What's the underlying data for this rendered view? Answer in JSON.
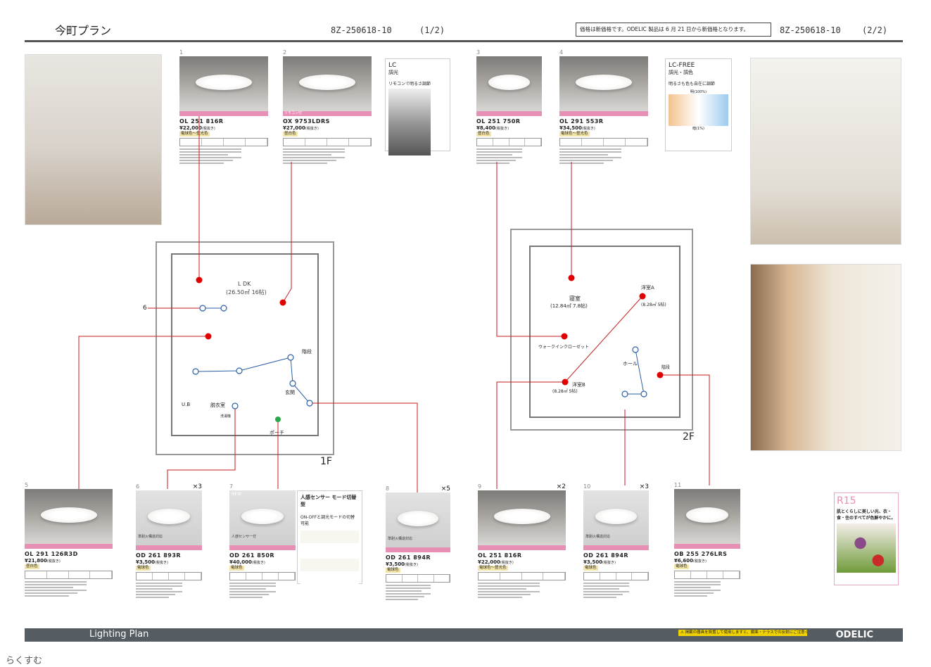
{
  "header": {
    "title": "今町プラン",
    "code_left": "8Z-250618-10",
    "page_left": "(1/2)",
    "notice": "価格は新価格です。ODELIC 製品は 6 月 21 日から新価格となります。",
    "code_right": "8Z-250618-10",
    "page_right": "(2/2)"
  },
  "price_note": "(税抜き)",
  "cards_top": [
    {
      "num": "1",
      "model": "OL 251 816R",
      "price": "¥22,000",
      "color": "電球色～昼光色"
    },
    {
      "num": "2",
      "model": "OX 9753LDRS",
      "price": "¥27,000",
      "color": "昼白色",
      "band": "リモコン付"
    },
    {
      "num": "3",
      "model": "OL 251 750R",
      "price": "¥8,400",
      "color": "昼白色"
    },
    {
      "num": "4",
      "model": "OL 291 553R",
      "price": "¥34,500",
      "color": "電球色～昼光色"
    }
  ],
  "cards_bottom": [
    {
      "num": "5",
      "model": "OL 291 126R3D",
      "price": "¥21,800",
      "color": "昼白色"
    },
    {
      "num": "6",
      "qty": "×3",
      "model": "OD 261 893R",
      "price": "¥3,500",
      "color": "電球色",
      "sub": "準耐火構造対応"
    },
    {
      "num": "7",
      "model": "OD 261 850R",
      "price": "¥40,000",
      "color": "電球色",
      "sub": "人感センサー付",
      "tag": "NEW"
    },
    {
      "num": "8",
      "qty": "×5",
      "model": "OD 261 894R",
      "price": "¥3,500",
      "color": "電球色",
      "sub": "準耐火構造対応"
    },
    {
      "num": "9",
      "qty": "×2",
      "model": "OL 251 816R",
      "price": "¥22,000",
      "color": "電球色～昼光色"
    },
    {
      "num": "10",
      "qty": "×3",
      "model": "OD 261 894R",
      "price": "¥3,500",
      "color": "電球色",
      "sub": "準耐火構造対応"
    },
    {
      "num": "11",
      "model": "OB 255 276LRS",
      "price": "¥6,600",
      "color": "電球色"
    }
  ],
  "lc": {
    "title": "LC",
    "sub": "調光",
    "caption": "リモコンで明るさ調節"
  },
  "lcfree": {
    "title": "LC-FREE",
    "sub": "調光・調色",
    "caption": "明るさも色も自在に調節",
    "top": "明(100%)",
    "bottom": "暗(1%)"
  },
  "sensor": {
    "title": "人感センサー モード切替型",
    "sub": "ON-OFFと調光モードの切替可能"
  },
  "r15": {
    "title": "R15",
    "tagline": "肌とくらしに美しい光、衣・食・住のすべてが色鮮やかに。"
  },
  "plan1": {
    "room": "L DK",
    "area": "(26.50㎡ 16帖)",
    "floor": "1F",
    "label6": "6",
    "rooms": [
      "階段",
      "玄関",
      "ポーチ",
      "U.B",
      "脱衣室",
      "洗濯機"
    ]
  },
  "plan2": {
    "floor": "2F",
    "rooms": [
      "寝室",
      "(12.84㎡ 7.8帖)",
      "洋室A",
      "(8.28㎡ 5帖)",
      "ウォークインクローゼット",
      "ホール",
      "洋室B",
      "(8.28㎡ 5帖)",
      "階段"
    ]
  },
  "footer": {
    "logo": "Lighting Plan",
    "warning": "⚠ 掲載の器具を設置して使用しますと、鏡面・テラスでの反射にご注意ください。",
    "brand": "ODELIC"
  },
  "bottom_brand": "らくすむ",
  "colors": {
    "pink": "#e88fb6",
    "red": "#d81e1e",
    "blue": "#2b5fa8",
    "footer": "#555d63"
  }
}
